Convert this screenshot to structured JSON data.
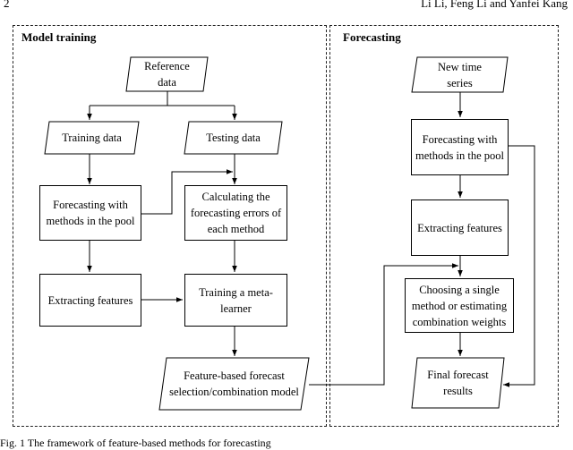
{
  "header": {
    "page_number": "2",
    "authors": "Li Li, Feng Li and Yanfei Kang"
  },
  "panels": {
    "training_title": "Model training",
    "forecasting_title": "Forecasting"
  },
  "nodes": {
    "reference_data": "Reference data",
    "training_data": "Training data",
    "testing_data": "Testing data",
    "forecast_methods_train": "Forecasting with methods in the pool",
    "calc_errors": "Calculating the forecasting errors of each method",
    "extract_features_train": "Extracting features",
    "train_meta": "Training a meta-learner",
    "selection_model": "Feature-based forecast selection/combination model",
    "new_series": "New time series",
    "forecast_methods_fc": "Forecasting with methods in the pool",
    "extract_features_fc": "Extracting features",
    "choose_method": "Choosing a single method or estimating combination weights",
    "final_results": "Final forecast results"
  },
  "caption": "Fig. 1  The framework of feature-based methods for forecasting"
}
